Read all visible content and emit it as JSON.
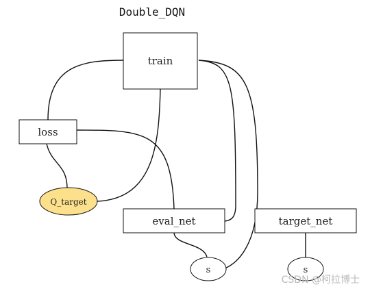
{
  "title": "Double_DQN",
  "nodes": {
    "train": "train",
    "loss": "loss",
    "q_target": "Q_target",
    "eval_net": "eval_net",
    "target_net": "target_net",
    "s_eval": "s",
    "s_target": "s"
  },
  "colors": {
    "q_target_fill": "#fde08b",
    "box_stroke": "#111111",
    "edge": "#111111"
  },
  "watermark": "CSDN @柯拉博士"
}
